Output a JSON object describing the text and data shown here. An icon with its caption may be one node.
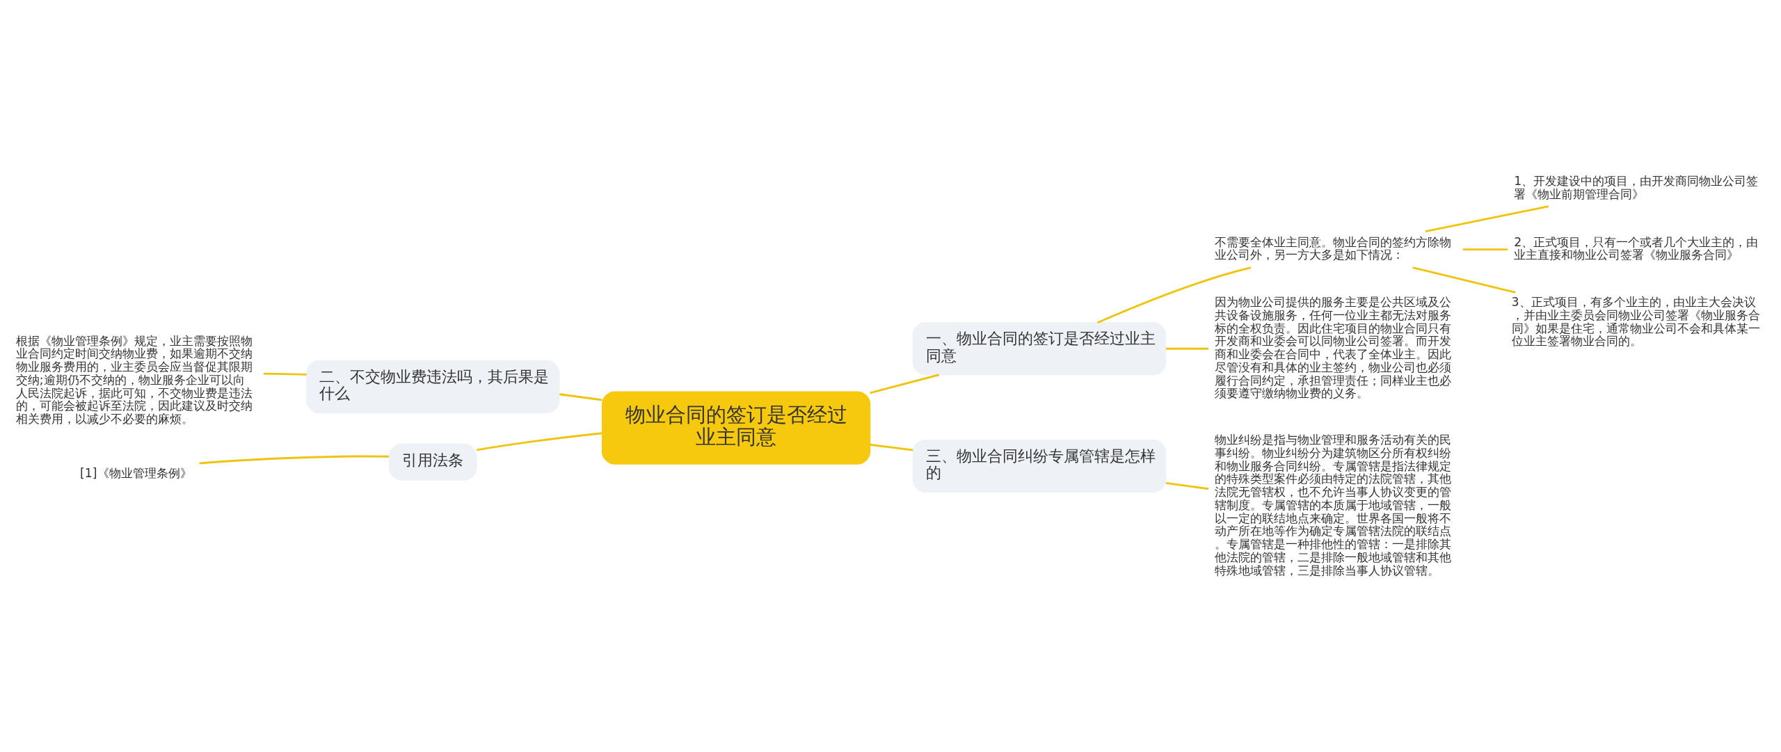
{
  "diagram": {
    "nodes": [
      {
        "text": [
          "物业合同的签订是否经过业主同意"
        ]
      },
      {
        "text": [
          "一、物业合同的签订是否经过业主同意"
        ]
      },
      {
        "text": [
          "不需要全体业主同意。物业合同的签约方除物业公司外，另一方大多是如下情况："
        ]
      },
      {
        "text": [
          "1、开发建设中的项目，由开发商同物业公司签署《物业前期管理合同》"
        ]
      },
      {
        "text": [
          "2、正式项目，只有一个或者几个大业主的，由业主直接和物业公司签署《物业服务合同》"
        ]
      },
      {
        "text": [
          "3、正式项目，有多个业主的，由业主大会决议，并由业主委员会同物业公司签署《物业服务合同》如果是住宅，通常物业公司不会和具体某一位业主签署物业合同的。"
        ]
      },
      {
        "text": [
          "因为物业公司提供的服务主要是公共区域及公共设备设施服务，任何一位业主都无法对服务标的全权负责。因此住宅项目的物业合同只有开发商和业委会可以同物业公司签署。而开发商和业委会在合同中，代表了全体业主。因此尽管没有和具体的业主签约，物业公司也必须履行合同约定，承担管理责任；同样业主也必须要遵守缴纳物业费的义务。"
        ]
      },
      {
        "text": [
          "三、物业合同纠纷专属管辖是怎样的"
        ]
      },
      {
        "text": [
          "物业纠纷是指与物业管理和服务活动有关的民事纠纷。物业纠纷分为建筑物区分所有权纠纷和物业服务合同纠纷。专属管辖是指法律规定的特殊类型案件必须由特定的法院管辖，其他法院无管辖权，也不允许当事人协议变更的管辖制度。专属管辖的本质属于地域管辖，一般以一定的联结地点来确定。世界各国一般将不动产所在地等作为确定专属管辖法院的联结点。专属管辖是一种排他性的管辖：一是排除其他法院的管辖，二是排除一般地域管辖和其他特殊地域管辖，三是排除当事人协议管辖。"
        ]
      },
      {
        "text": [
          "二、不交物业费违法吗，其后果是什么"
        ]
      },
      {
        "text": [
          "根据《物业管理条例》规定，业主需要按照物业合同约定时间交纳物业费，如果逾期不交纳物业服务费用的，业主委员会应当督促其限期交纳;逾期仍不交纳的，物业服务企业可以向人民法院起诉，据此可知，不交物业费是违法的，可能会被起诉至法院，因此建议及时交纳相关费用，以减少不必要的麻烦。"
        ]
      },
      {
        "text": [
          "引用法条"
        ]
      },
      {
        "text": [
          "[1]《物业管理条例》"
        ]
      }
    ],
    "edges": [
      {
        "from": 0,
        "to": 1,
        "arrow": "none"
      },
      {
        "from": 1,
        "to": 2,
        "arrow": "none"
      },
      {
        "from": 2,
        "to": 3,
        "arrow": "none"
      },
      {
        "from": 2,
        "to": 4,
        "arrow": "none"
      },
      {
        "from": 2,
        "to": 5,
        "arrow": "none"
      },
      {
        "from": 1,
        "to": 6,
        "arrow": "none"
      },
      {
        "from": 0,
        "to": 7,
        "arrow": "none"
      },
      {
        "from": 7,
        "to": 8,
        "arrow": "none"
      },
      {
        "from": 0,
        "to": 9,
        "arrow": "none"
      },
      {
        "from": 9,
        "to": 10,
        "arrow": "none"
      },
      {
        "from": 0,
        "to": 11,
        "arrow": "none"
      },
      {
        "from": 11,
        "to": 12,
        "arrow": "none"
      }
    ]
  }
}
